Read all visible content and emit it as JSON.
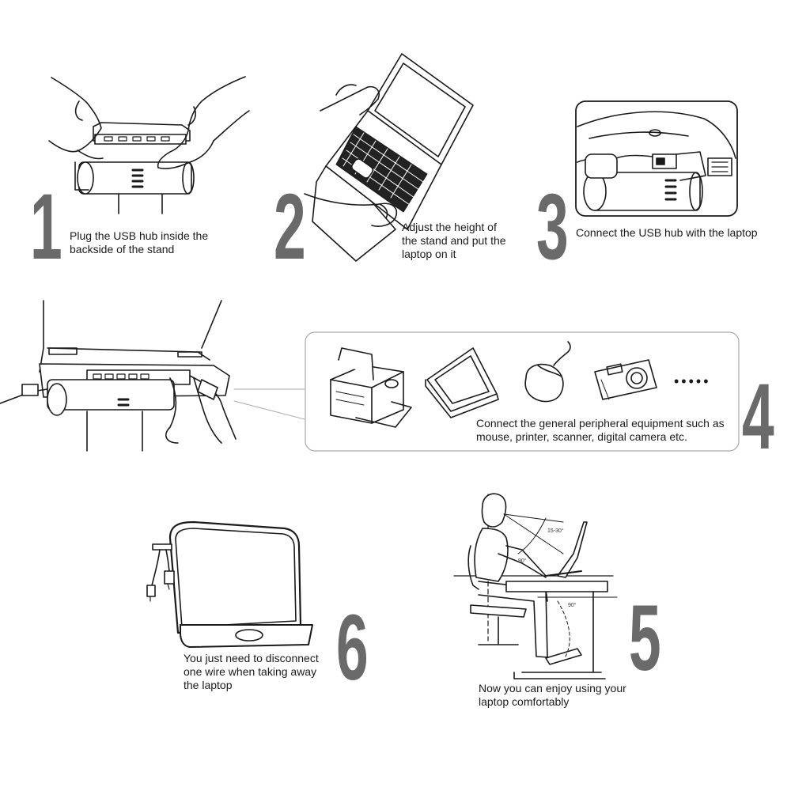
{
  "steps": [
    {
      "number": "1",
      "caption_lines": [
        "Plug the USB hub inside the",
        "backside of the stand"
      ]
    },
    {
      "number": "2",
      "caption_lines": [
        "Adjust the height of",
        "the stand and put the",
        "laptop on it"
      ]
    },
    {
      "number": "3",
      "caption_lines": [
        "Connect the USB hub with the laptop"
      ]
    },
    {
      "number": "4",
      "caption_lines": [
        "Connect the general peripheral equipment such as",
        "mouse, printer, scanner, digital camera etc."
      ]
    },
    {
      "number": "5",
      "caption_lines": [
        "Now you can enjoy using your",
        "laptop comfortably"
      ]
    },
    {
      "number": "6",
      "caption_lines": [
        "You just need to disconnect",
        "one wire when taking away",
        "the laptop"
      ]
    }
  ],
  "posture_labels": {
    "angle_view": "15-30°",
    "angle_elbow": "90°",
    "angle_knee": "90°"
  },
  "more_indicator": "•••••",
  "colors": {
    "number": "#6a6a6a",
    "line": "#1a1a1a",
    "panel_border": "#aaaaaa"
  }
}
